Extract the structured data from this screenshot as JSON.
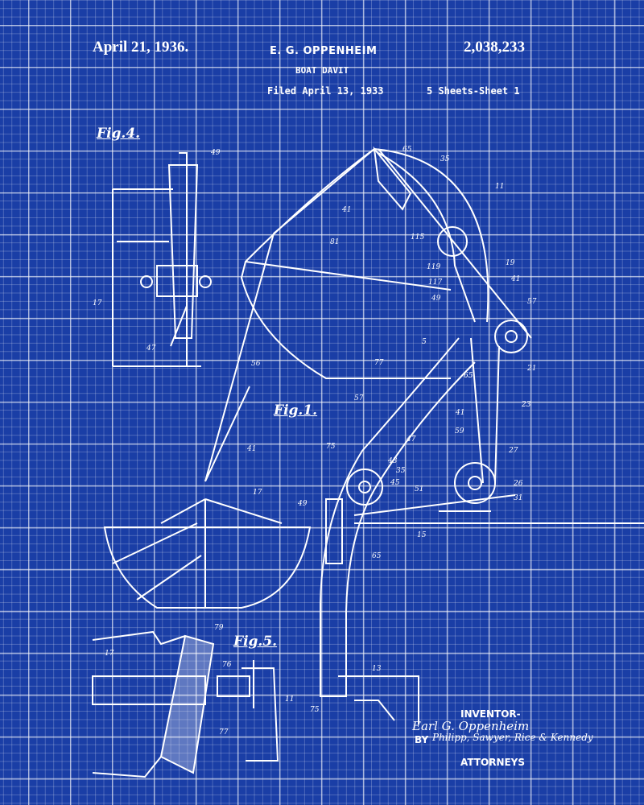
{
  "header": {
    "date": "April 21, 1936.",
    "inventor": "E. G. OPPENHEIM",
    "patent_number": "2,038,233",
    "title": "BOAT DAVIT",
    "filed": "Filed April 13, 1933",
    "sheets": "5 Sheets-Sheet 1"
  },
  "figures": {
    "fig4": "Fig.4.",
    "fig1": "Fig.1.",
    "fig5": "Fig.5."
  },
  "reference_numerals": [
    "49",
    "17",
    "47",
    "65",
    "35",
    "11",
    "41",
    "81",
    "115",
    "119",
    "117",
    "19",
    "41",
    "57",
    "49",
    "56",
    "77",
    "5",
    "21",
    "57",
    "65",
    "23",
    "41",
    "47",
    "59",
    "27",
    "43",
    "35",
    "45",
    "51",
    "26",
    "31",
    "41",
    "17",
    "49",
    "15",
    "65",
    "79",
    "17",
    "76",
    "11",
    "77",
    "13",
    "75",
    "75"
  ],
  "signature": {
    "inventor_label": "INVENTOR-",
    "inventor_name": "Earl G. Oppenheim",
    "by": "BY",
    "attorneys_names": "Philipp, Sawyer, Rice & Kennedy",
    "attorneys_label": "ATTORNEYS"
  },
  "colors": {
    "background": "#1a3ea6",
    "ink": "#ffffff"
  }
}
